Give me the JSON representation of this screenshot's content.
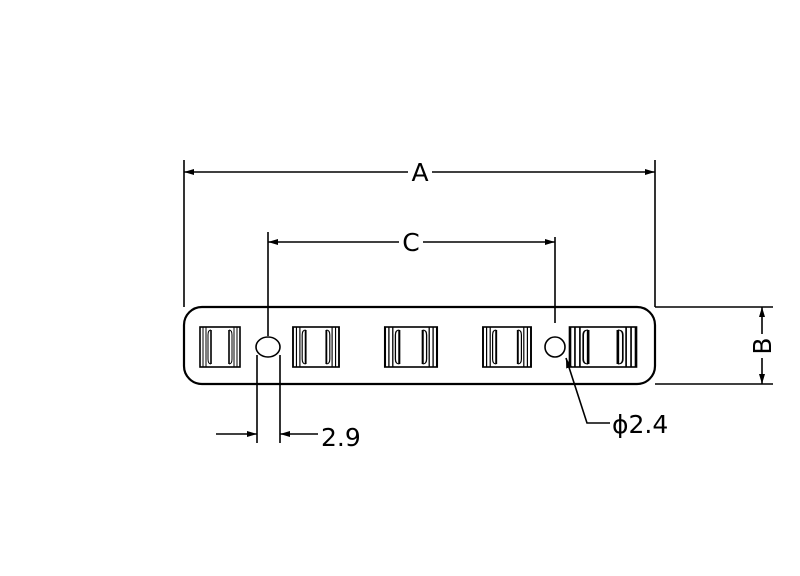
{
  "dimensions": {
    "a_label": "A",
    "b_label": "B",
    "c_label": "C",
    "hole_width_label": "2.9",
    "hole_diameter_label": "ϕ2.4"
  },
  "colors": {
    "line": "#000000",
    "background": "#ffffff"
  },
  "components_count": 5
}
